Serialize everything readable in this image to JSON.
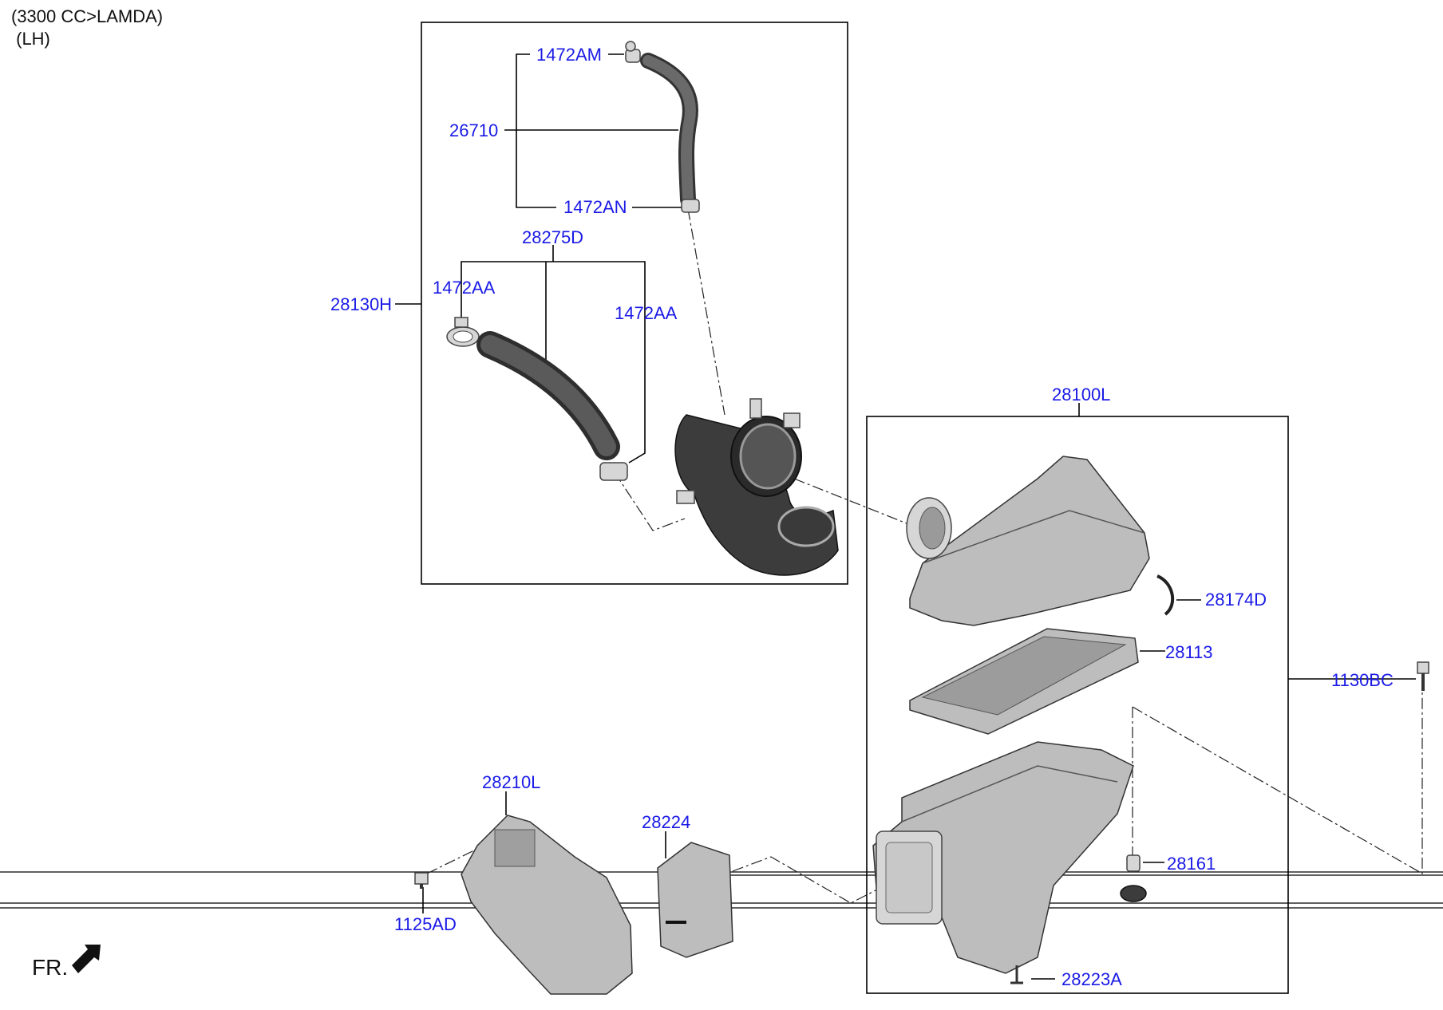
{
  "header": {
    "engine": "(3300 CC>LAMDA)",
    "side": " (LH)"
  },
  "labels": {
    "p1472AM": "1472AM",
    "p26710": "26710",
    "p1472AN": "1472AN",
    "p28275D": "28275D",
    "p1472AA_left": "1472AA",
    "p1472AA_right": "1472AA",
    "p28130H": "28130H",
    "p28100L": "28100L",
    "p28174D": "28174D",
    "p28113": "28113",
    "p1130BC": "1130BC",
    "p28210L": "28210L",
    "p28224": "28224",
    "p28161": "28161",
    "p1125AD": "1125AD",
    "p28223A": "28223A"
  },
  "front_marker": {
    "text": "FR."
  },
  "colors": {
    "label": "#1a1ae6",
    "line": "#000000",
    "part_gray": "#bdbdbd",
    "part_dark": "#3c3c3c"
  }
}
